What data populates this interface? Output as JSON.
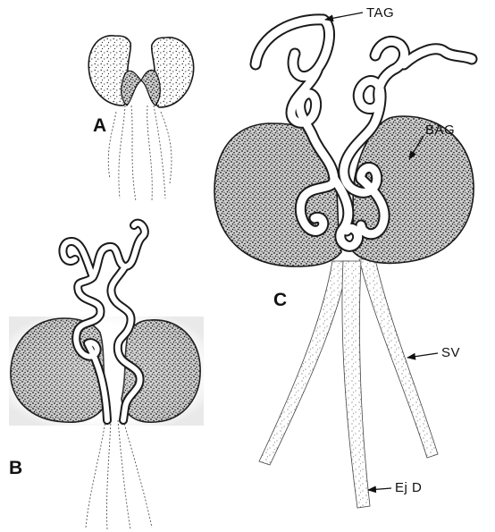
{
  "figure": {
    "panels": [
      {
        "letter": "A"
      },
      {
        "letter": "B"
      },
      {
        "letter": "C"
      }
    ],
    "callouts": [
      {
        "text": "TAG"
      },
      {
        "text": "BAG"
      },
      {
        "text": "SV"
      },
      {
        "text": "Ej D"
      }
    ]
  },
  "colors": {
    "ink": "#1a1a1a",
    "paper": "#ffffff"
  }
}
